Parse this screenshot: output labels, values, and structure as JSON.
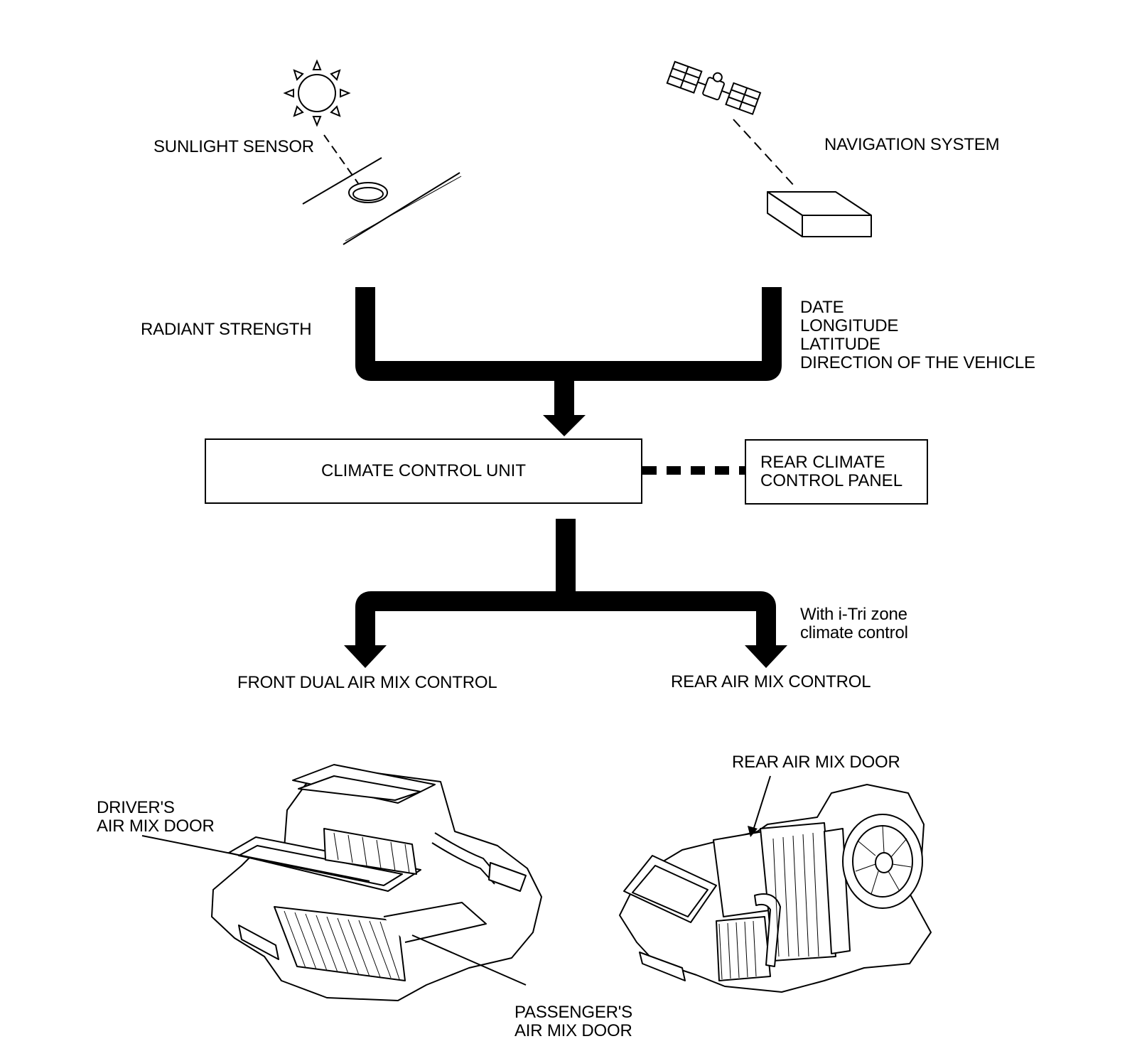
{
  "sensors": {
    "sunlight_label": "SUNLIGHT SENSOR",
    "navigation_label": "NAVIGATION SYSTEM"
  },
  "signals": {
    "radiant_label": "RADIANT STRENGTH",
    "nav_inputs": [
      "DATE",
      "LONGITUDE",
      "LATITUDE",
      "DIRECTION OF THE VEHICLE"
    ]
  },
  "units": {
    "climate_control_unit": "CLIMATE CONTROL UNIT",
    "rear_panel_lines": [
      "REAR CLIMATE",
      "CONTROL PANEL"
    ]
  },
  "outputs": {
    "front_label": "FRONT DUAL AIR MIX CONTROL",
    "rear_label": "REAR AIR MIX CONTROL",
    "rear_note_lines": [
      "With i-Tri zone",
      "climate control"
    ]
  },
  "parts": {
    "driver_door_lines": [
      "DRIVER'S",
      "AIR MIX DOOR"
    ],
    "passenger_door_lines": [
      "PASSENGER'S",
      "AIR MIX DOOR"
    ],
    "rear_door_label": "REAR AIR MIX DOOR"
  },
  "colors": {
    "ink": "#000000",
    "paper": "#ffffff"
  }
}
